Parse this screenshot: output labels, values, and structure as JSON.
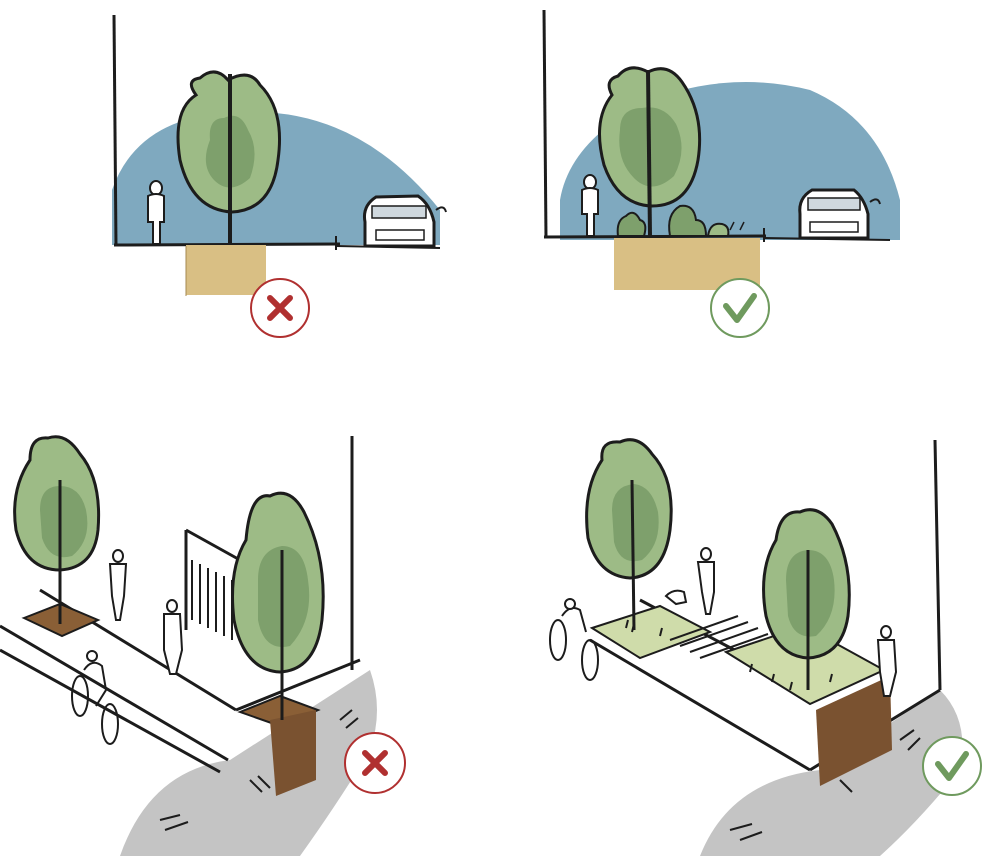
{
  "colors": {
    "sky": "#7fa9bf",
    "tree_light": "#9dbb86",
    "tree_dark": "#7ea06c",
    "soil": "#d9bf84",
    "pit_brown": "#7a5230",
    "planting_bed": "#cfdcaa",
    "ground_grey": "#c4c4c4",
    "ink": "#1c1c1c",
    "bad": "#b03030",
    "good": "#6f9a5e"
  },
  "panels": [
    {
      "id": "section-bad",
      "verdict": "bad",
      "verdict_icon": "cross-icon"
    },
    {
      "id": "section-good",
      "verdict": "good",
      "verdict_icon": "check-icon"
    },
    {
      "id": "street-bad",
      "verdict": "bad",
      "verdict_icon": "cross-icon"
    },
    {
      "id": "street-good",
      "verdict": "good",
      "verdict_icon": "check-icon"
    }
  ]
}
